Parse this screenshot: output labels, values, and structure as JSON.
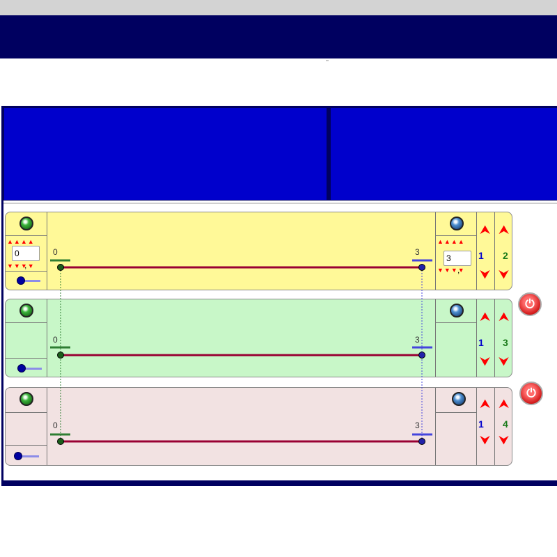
{
  "colors": {
    "banner": "#000060",
    "blue_panel": "#0000cc",
    "row1_bg": "#fff998",
    "row2_bg": "#c8f7c8",
    "row3_bg": "#f2e2e2",
    "segment": "#990033",
    "green_tick": "#2e7d32",
    "blue_tick": "#4444dd",
    "red_arrow": "#ff0000"
  },
  "rows": [
    {
      "left_label": "0",
      "right_label": "3",
      "left_input": "0",
      "right_input": "3",
      "left_comma": ",",
      "right_comma": ",",
      "triangles_up": "▲▲▲▲",
      "triangles_down": "▼▼▼▼",
      "col1_value": "1",
      "col2_value": "2",
      "arrow_up": "⮝",
      "arrow_down": "⮟"
    },
    {
      "left_label": "0",
      "right_label": "3",
      "col1_value": "1",
      "col2_value": "3",
      "arrow_up": "⮝",
      "arrow_down": "⮟"
    },
    {
      "left_label": "0",
      "right_label": "3",
      "col1_value": "1",
      "col2_value": "4",
      "arrow_up": "⮝",
      "arrow_down": "⮟"
    }
  ],
  "power_icon": "⏻",
  "icons": [
    "green-led-icon",
    "blue-led-icon",
    "power-icon",
    "up-arrow-icon",
    "down-arrow-icon"
  ]
}
